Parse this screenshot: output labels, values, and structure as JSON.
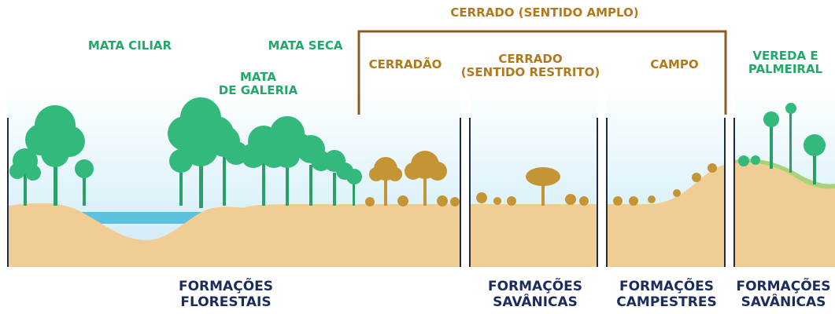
{
  "colors": {
    "green": "#22a868",
    "brown": "#b07a1c",
    "navy": "#1b2c5e",
    "sand": "#f0cd92",
    "water": "#5cc0de",
    "sky": "#d4eef8",
    "tree_green": "#33b97c",
    "shrub_gold": "#c49535",
    "panel_line": "#1f2a44"
  },
  "bracket": {
    "title": "CERRADO (SENTIDO AMPLO)"
  },
  "vegetation_labels": {
    "mata_ciliar": "MATA CILIAR",
    "mata_de_galeria": [
      "MATA",
      "DE GALERIA"
    ],
    "mata_seca": "MATA SECA",
    "cerradao": "CERRADÃO",
    "cerrado_restrito": [
      "CERRADO",
      "(SENTIDO RESTRITO)"
    ],
    "campo": "CAMPO",
    "vereda": [
      "VEREDA E",
      "PALMEIRAL"
    ]
  },
  "formation_labels": {
    "florestais": [
      "FORMAÇÕES",
      "FLORESTAIS"
    ],
    "savanicas": [
      "FORMAÇÕES",
      "SAVÂNICAS"
    ],
    "campestres": [
      "FORMAÇÕES",
      "CAMPESTRES"
    ],
    "savanicas_2": [
      "FORMAÇÕES",
      "SAVÂNICAS"
    ]
  }
}
